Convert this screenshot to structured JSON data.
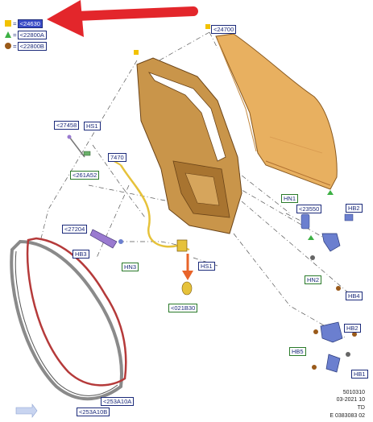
{
  "legend": [
    {
      "symbol": "yellow-square",
      "color": "#f2c200",
      "code": "<24630",
      "selected": true
    },
    {
      "symbol": "green-triangle",
      "color": "#3cb043",
      "code": "<22800A",
      "selected": false
    },
    {
      "symbol": "brown-circle",
      "color": "#9a5a1a",
      "code": "<22800B",
      "selected": false
    }
  ],
  "labels": {
    "panel": "<24700",
    "l27458": "<27458",
    "hs1_top": "HS1",
    "l7470": "7470",
    "l261A52": "<261A52",
    "hn1": "HN1",
    "l23550": "<23550",
    "hb2_top": "HB2",
    "l27204": "<27204",
    "hb3": "HB3",
    "hn3": "HN3",
    "hs1_mid": "HS1",
    "hn2": "HN2",
    "hb4": "HB4",
    "l021B30": "<021B30",
    "hb2_low": "HB2",
    "hb5": "HB5",
    "hb1": "HB1",
    "l253A10A": "<253A10A",
    "l253A10B": "<253A10B"
  },
  "footer": {
    "line1": "5010310",
    "line2": "03-2021 10",
    "line3": "TD",
    "line4": "E 0383083 02"
  },
  "colors": {
    "label_border": "#1b2a7a",
    "arrow": "#e3262b",
    "panel": "#e8b060",
    "frame": "#b8863a",
    "seal_red": "#b53a3a",
    "seal_grey": "#8a8a8a",
    "cable": "#e6c23a",
    "part_blue": "#6b7fcf",
    "part_purple": "#9a7ad0",
    "part_orange": "#e8642a"
  }
}
